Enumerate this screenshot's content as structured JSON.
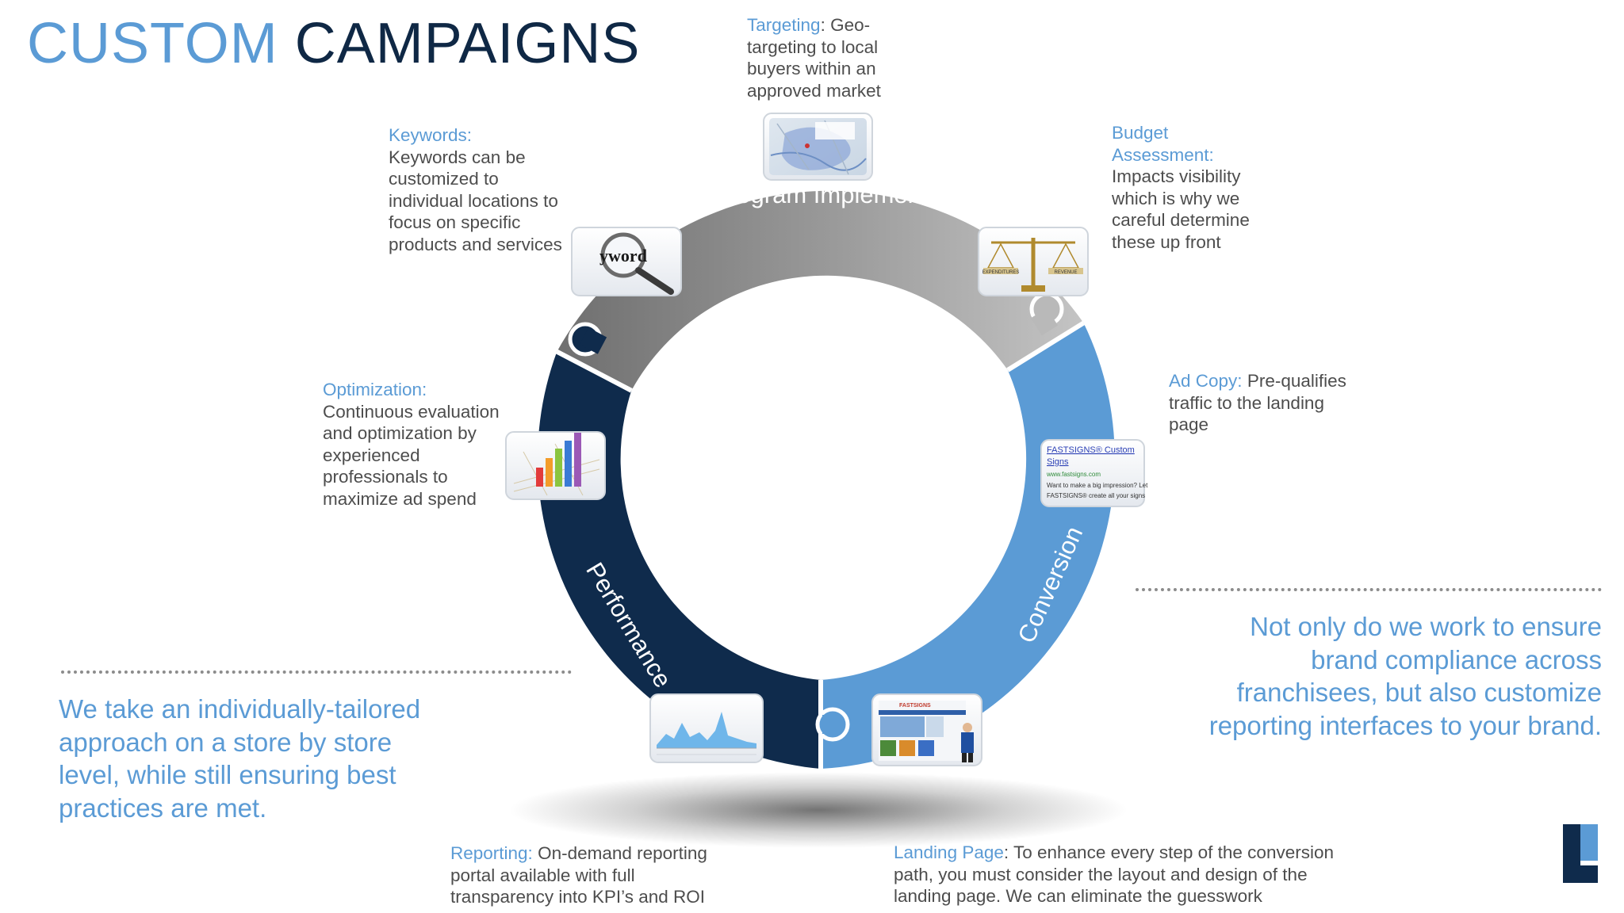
{
  "title": {
    "part1": "CUSTOM",
    "part2": "CAMPAIGNS"
  },
  "ring": {
    "segments": [
      {
        "name": "Program Implementation",
        "color": "#9a9a9a"
      },
      {
        "name": "Conversion",
        "color": "#5b9bd5"
      },
      {
        "name": "Performance",
        "color": "#0f2b4c"
      }
    ]
  },
  "callouts": {
    "targeting": {
      "label": "Targeting",
      "text": ": Geo-targeting to local buyers within an approved market"
    },
    "keywords": {
      "label": "Keywords:",
      "text": "Keywords can be customized to individual locations to focus on specific products and services"
    },
    "budget": {
      "label": "Budget Assessment:",
      "text": "Impacts visibility which is why we careful determine these up front"
    },
    "adcopy": {
      "label": "Ad Copy:",
      "text": " Pre-qualifies traffic to the landing page"
    },
    "optimization": {
      "label": "Optimization:",
      "text": "Continuous evaluation and optimization by experienced professionals to maximize ad spend"
    },
    "reporting": {
      "label": "Reporting:",
      "text": " On-demand reporting portal available with full transparency into KPI’s and ROI"
    },
    "landing": {
      "label": "Landing Page",
      "text": ": To enhance every step of the conversion path, you must consider the layout and design of the landing page. We can eliminate the guesswork"
    }
  },
  "statements": {
    "left": "We take an individually-tailored approach on a store by store level, while still ensuring best practices are met.",
    "right": "Not only do we work to ensure brand compliance across franchisees, but also customize reporting interfaces to your brand."
  },
  "thumbnails": {
    "keywords_word": "yword",
    "budget_left": "EXPENDITURES",
    "budget_right": "REVENUE",
    "adcopy_lines": [
      "FASTSIGNS® Custom",
      "Signs",
      "www.fastsigns.com",
      "Want to make a big impression? Let",
      "FASTSIGNS® create all your signs"
    ],
    "landing_brand": "FASTSIGNS"
  },
  "colors": {
    "accent": "#5b9bd5",
    "navy": "#0f2b4c",
    "gray": "#9a9a9a",
    "text": "#4d4d4d"
  }
}
